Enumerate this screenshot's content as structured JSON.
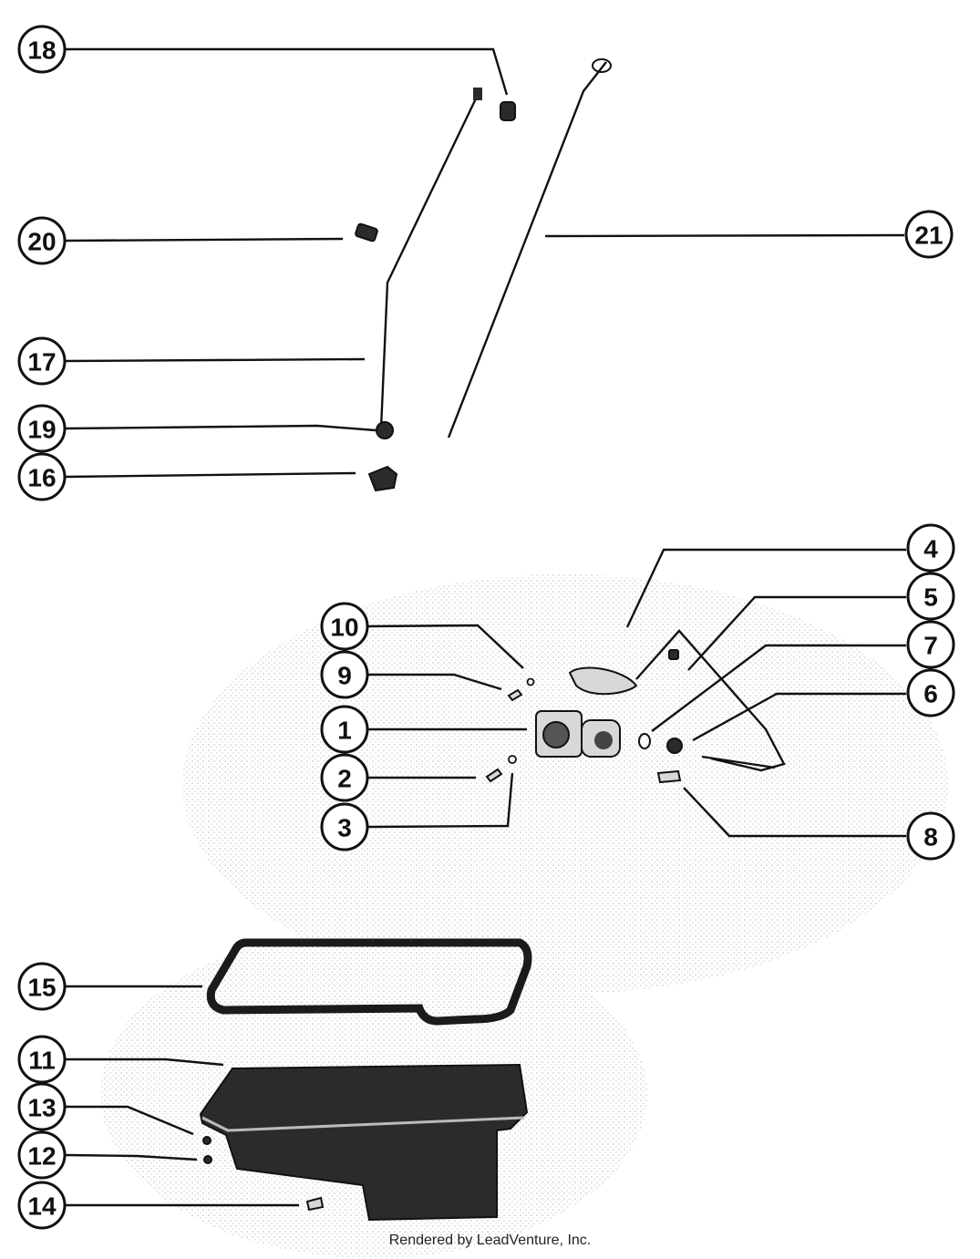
{
  "credit": "Rendered by LeadVenture, Inc.",
  "callouts": [
    "1",
    "2",
    "3",
    "4",
    "5",
    "6",
    "7",
    "8",
    "9",
    "10",
    "11",
    "12",
    "13",
    "14",
    "15",
    "16",
    "17",
    "18",
    "19",
    "20",
    "21"
  ],
  "colors": {
    "ink": "#111111",
    "paper": "#ffffff",
    "stipple": "#d8d8d8"
  }
}
